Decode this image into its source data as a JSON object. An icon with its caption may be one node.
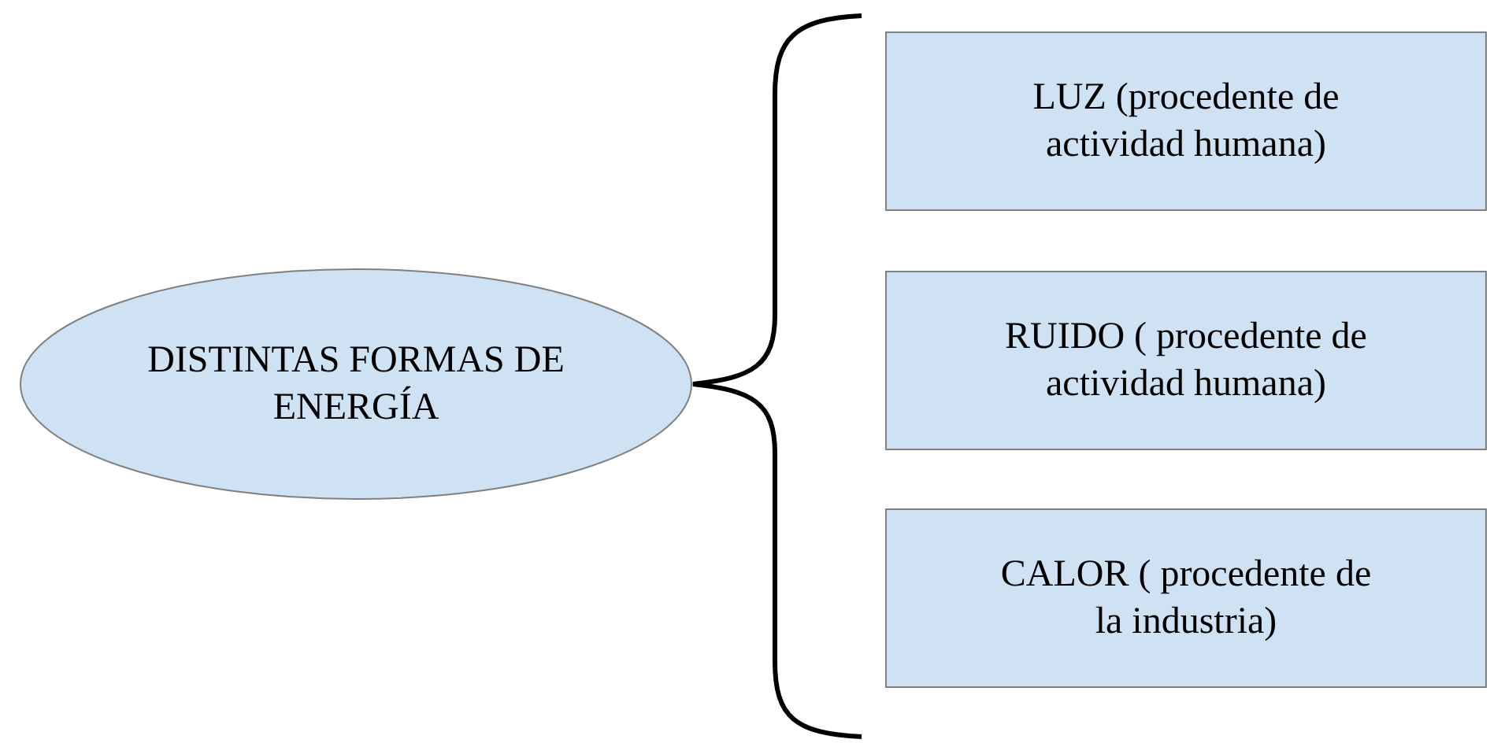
{
  "diagram": {
    "nodes": [
      {
        "text": [
          "DISTINTAS FORMAS DE ENERGÍA"
        ]
      },
      {
        "text": [
          "LUZ (procedente de actividad humana)"
        ]
      },
      {
        "text": [
          "RUIDO ( procedente de actividad humana)"
        ]
      },
      {
        "text": [
          "CALOR ( procedente de la industria)"
        ]
      }
    ]
  }
}
